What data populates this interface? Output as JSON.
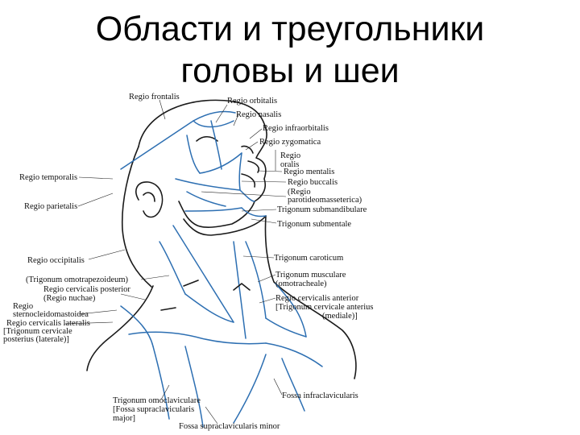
{
  "slide": {
    "title_line1": "Области и треугольники",
    "title_line2": "головы и шеи"
  },
  "colors": {
    "region_lines": "#2d6fb2",
    "outline": "#1a1a1a",
    "text": "#111111"
  },
  "labels": {
    "regio_frontalis": "Regio frontalis",
    "regio_orbitalis": "Regio orbitalis",
    "regio_nasalis": "Regio nasalis",
    "regio_infraorbitalis": "Regio infraorbitalis",
    "regio_zygomatica": "Regio zygomatica",
    "regio_oralis_1": "Regio",
    "regio_oralis_2": "oralis",
    "regio_temporalis": "Regio temporalis",
    "regio_mentalis": "Regio mentalis",
    "regio_buccalis": "Regio buccalis",
    "regio_parotideo_1": "(Regio",
    "regio_parotideo_2": "parotideomasseterica)",
    "regio_parietalis": "Regio parietalis",
    "trig_submandibulare": "Trigonum submandibulare",
    "trig_submentale": "Trigonum submentale",
    "regio_occipitalis": "Regio occipitalis",
    "trig_caroticum": "Trigonum caroticum",
    "trig_omotrapezoideum": "(Trigonum omotrapezoideum)",
    "trig_musculare_1": "Trigonum musculare",
    "trig_musculare_2": "(omotracheale)",
    "regio_cerv_post_1": "Regio cervicalis posterior",
    "regio_cerv_post_2": "(Regio nuchae)",
    "regio_cerv_ant": "Regio cervicalis anterior",
    "trig_cerv_ant_1": "[Trigonum cervicale anterius",
    "trig_cerv_ant_2": "(mediale)]",
    "regio_scm_1": "Regio",
    "regio_scm_2": "sternocleidomastoidea",
    "regio_cerv_lat": "Regio cervicalis lateralis",
    "trig_cerv_post_1": "[Trigonum cervicale",
    "trig_cerv_post_2": "posterius (laterale)]",
    "fossa_infraclav": "Fossa infraclavicularis",
    "trig_omoclav": "Trigonum omoclaviculare",
    "fossa_supraclav_major_1": "[Fossa supraclavicularis",
    "fossa_supraclav_major_2": "major]",
    "fossa_supraclav_minor": "Fossa supraclavicularis minor"
  }
}
